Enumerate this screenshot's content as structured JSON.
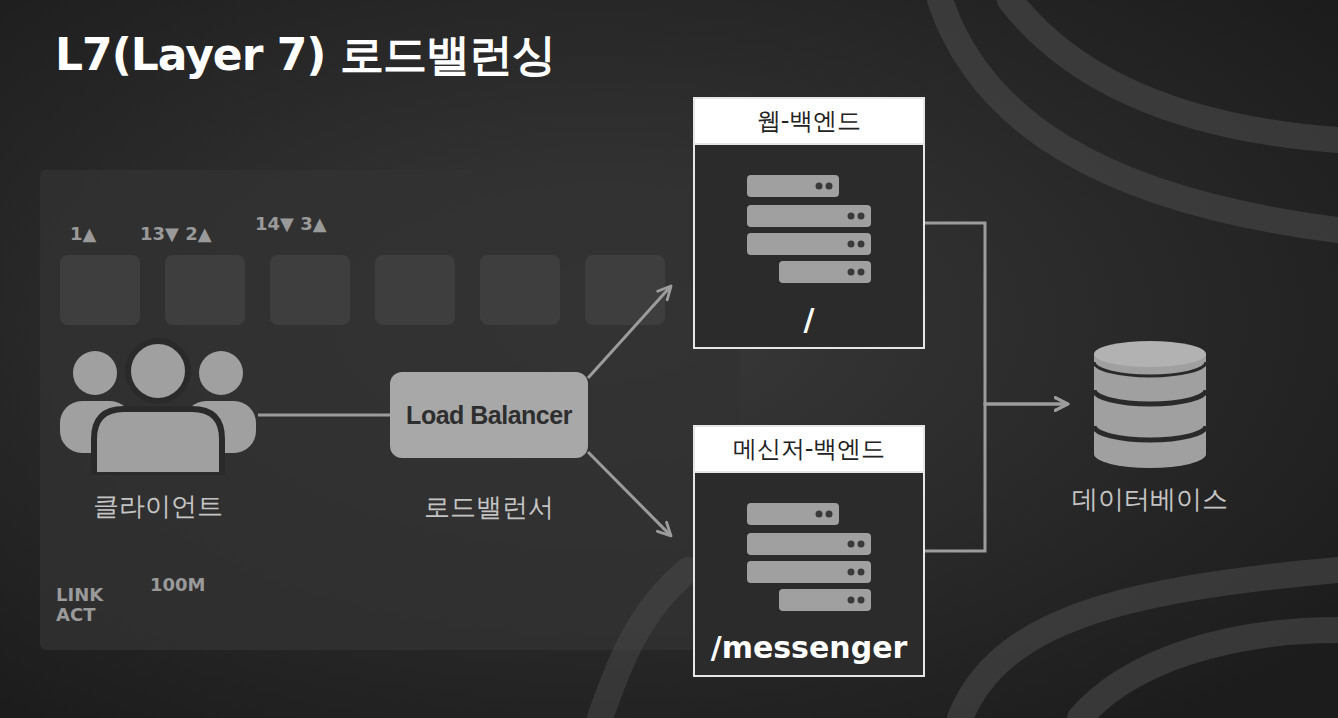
{
  "diagram": {
    "title": "L7(Layer 7) 로드밸런싱",
    "nodes": [
      {
        "text": [
          "클라이언트"
        ]
      },
      {
        "text": [
          "Load Balancer",
          "로드밸런서"
        ]
      },
      {
        "text": [
          "웹-백엔드",
          "/"
        ]
      },
      {
        "text": [
          "메신저-백엔드",
          "/messenger"
        ]
      },
      {
        "text": [
          "데이터베이스"
        ]
      }
    ],
    "edges": [
      {
        "from": 0,
        "to": 1,
        "arrow": "none"
      },
      {
        "from": 1,
        "to": 2,
        "arrow": "to"
      },
      {
        "from": 1,
        "to": 3,
        "arrow": "to"
      },
      {
        "from": 2,
        "to": 4,
        "arrow": "to"
      },
      {
        "from": 3,
        "to": 4,
        "arrow": "to"
      }
    ],
    "labels": [
      "1▲",
      "13▼ 2▲",
      "14▼ 3▲",
      "LINK ACT",
      "100M"
    ]
  }
}
